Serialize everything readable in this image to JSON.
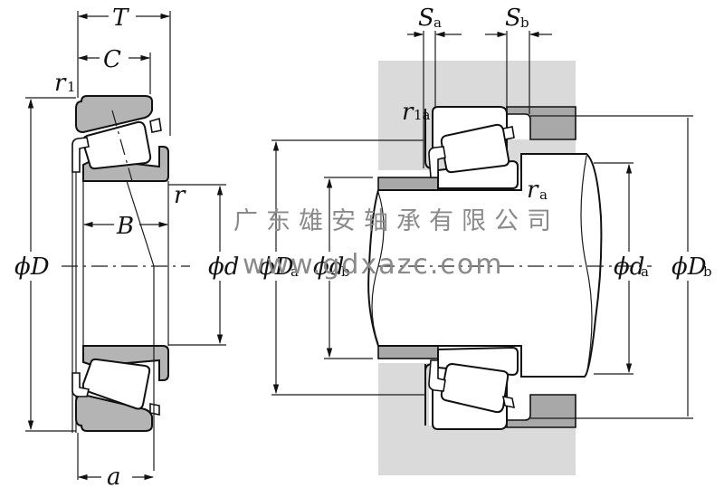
{
  "diagram": {
    "title": "Tapered roller bearing dimensions and mounting",
    "left_view": {
      "labels": {
        "T": "T",
        "C": "C",
        "r1": "r",
        "r1_sub": "1",
        "r": "r",
        "B": "B",
        "phiD": "ϕD",
        "phid": "ϕd",
        "a": "a"
      }
    },
    "right_view": {
      "labels": {
        "Sa": "S",
        "Sa_sub": "a",
        "Sb": "S",
        "Sb_sub": "b",
        "r1a": "r",
        "r1a_sub": "1a",
        "ra": "r",
        "ra_sub": "a",
        "phiDa": "ϕD",
        "phiDa_sub": "a",
        "phidb": "ϕd",
        "phidb_sub": "b",
        "phida": "ϕd",
        "phida_sub": "a",
        "phiDb": "ϕD",
        "phiDb_sub": "b"
      }
    },
    "watermark": {
      "company": "广东雄安轴承有限公司",
      "url": "www.gdxazc.com"
    },
    "colors": {
      "ring": "#b4b4b4",
      "housing": "#dadada",
      "spacer": "#a8a8a8",
      "line": "#111111",
      "watermark": "#8a8a8a"
    }
  }
}
